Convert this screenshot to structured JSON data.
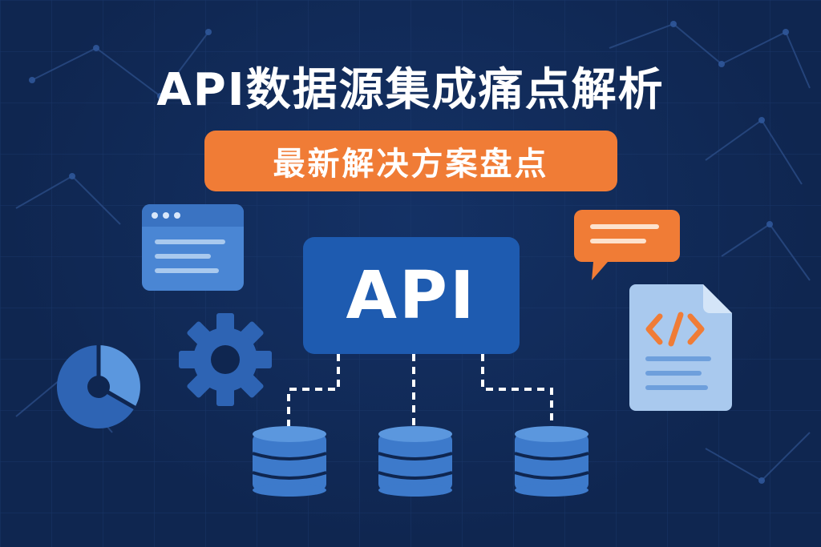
{
  "title": "API数据源集成痛点解析",
  "subtitle": "最新解决方案盘点",
  "center_label": "API",
  "icons": [
    "browser-window-icon",
    "gear-icon",
    "pie-chart-icon",
    "chat-bubble-icon",
    "code-file-icon",
    "database-icon"
  ],
  "colors": {
    "background": "#0f2650",
    "accent_orange": "#f07c36",
    "primary_blue": "#1e5bb0",
    "light_blue": "#4a86d4",
    "pale_blue": "#a9c9ee"
  }
}
